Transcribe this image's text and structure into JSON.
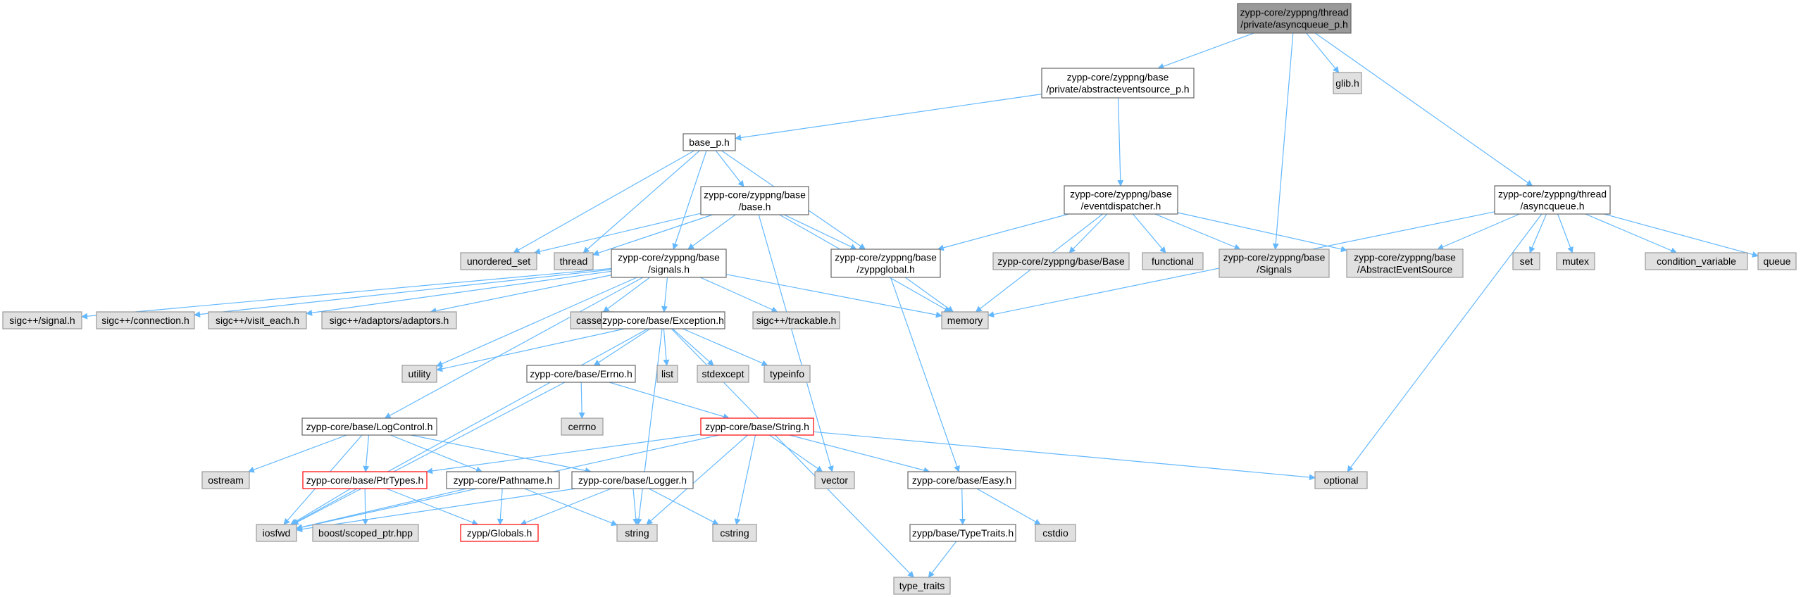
{
  "graph": {
    "nodes": [
      {
        "id": "asyncqueue_p",
        "lines": [
          "zypp-core/zyppng/thread",
          "/private/asyncqueue_p.h"
        ],
        "style": "root"
      },
      {
        "id": "abstracteventsource_p",
        "lines": [
          "zypp-core/zyppng/base",
          "/private/abstracteventsource_p.h"
        ],
        "style": "file"
      },
      {
        "id": "glib",
        "lines": [
          "glib.h"
        ],
        "style": "system"
      },
      {
        "id": "base_p",
        "lines": [
          "base_p.h"
        ],
        "style": "file"
      },
      {
        "id": "eventdispatcher",
        "lines": [
          "zypp-core/zyppng/base",
          "/eventdispatcher.h"
        ],
        "style": "file"
      },
      {
        "id": "asyncqueue",
        "lines": [
          "zypp-core/zyppng/thread",
          "/asyncqueue.h"
        ],
        "style": "file"
      },
      {
        "id": "base_h",
        "lines": [
          "zypp-core/zyppng/base",
          "/base.h"
        ],
        "style": "file"
      },
      {
        "id": "unordered_set",
        "lines": [
          "unordered_set"
        ],
        "style": "system"
      },
      {
        "id": "thread",
        "lines": [
          "thread"
        ],
        "style": "system"
      },
      {
        "id": "signals",
        "lines": [
          "zypp-core/zyppng/base",
          "/signals.h"
        ],
        "style": "file"
      },
      {
        "id": "zyppglobal",
        "lines": [
          "zypp-core/zyppng/base",
          "/zyppglobal.h"
        ],
        "style": "file"
      },
      {
        "id": "zyppng_Base",
        "lines": [
          "zypp-core/zyppng/base/Base"
        ],
        "style": "system"
      },
      {
        "id": "functional",
        "lines": [
          "functional"
        ],
        "style": "system"
      },
      {
        "id": "zyppng_Signals",
        "lines": [
          "zypp-core/zyppng/base",
          "/Signals"
        ],
        "style": "system"
      },
      {
        "id": "AbstractEventSource",
        "lines": [
          "zypp-core/zyppng/base",
          "/AbstractEventSource"
        ],
        "style": "system"
      },
      {
        "id": "set",
        "lines": [
          "set"
        ],
        "style": "system"
      },
      {
        "id": "mutex",
        "lines": [
          "mutex"
        ],
        "style": "system"
      },
      {
        "id": "condition_variable",
        "lines": [
          "condition_variable"
        ],
        "style": "system"
      },
      {
        "id": "queue",
        "lines": [
          "queue"
        ],
        "style": "system"
      },
      {
        "id": "sigc_signal",
        "lines": [
          "sigc++/signal.h"
        ],
        "style": "system"
      },
      {
        "id": "sigc_connection",
        "lines": [
          "sigc++/connection.h"
        ],
        "style": "system"
      },
      {
        "id": "sigc_visit_each",
        "lines": [
          "sigc++/visit_each.h"
        ],
        "style": "system"
      },
      {
        "id": "sigc_adaptors",
        "lines": [
          "sigc++/adaptors/adaptors.h"
        ],
        "style": "system"
      },
      {
        "id": "cassert",
        "lines": [
          "cassert"
        ],
        "style": "system"
      },
      {
        "id": "sigc_trackable",
        "lines": [
          "sigc++/trackable.h"
        ],
        "style": "system"
      },
      {
        "id": "memory",
        "lines": [
          "memory"
        ],
        "style": "system"
      },
      {
        "id": "exception",
        "lines": [
          "zypp-core/base/Exception.h"
        ],
        "style": "file"
      },
      {
        "id": "utility",
        "lines": [
          "utility"
        ],
        "style": "system"
      },
      {
        "id": "list",
        "lines": [
          "list"
        ],
        "style": "system"
      },
      {
        "id": "stdexcept",
        "lines": [
          "stdexcept"
        ],
        "style": "system"
      },
      {
        "id": "typeinfo",
        "lines": [
          "typeinfo"
        ],
        "style": "system"
      },
      {
        "id": "errno_h",
        "lines": [
          "zypp-core/base/Errno.h"
        ],
        "style": "file"
      },
      {
        "id": "cerrno",
        "lines": [
          "cerrno"
        ],
        "style": "system"
      },
      {
        "id": "logcontrol",
        "lines": [
          "zypp-core/base/LogControl.h"
        ],
        "style": "file"
      },
      {
        "id": "string_h",
        "lines": [
          "zypp-core/base/String.h"
        ],
        "style": "truncated"
      },
      {
        "id": "ostream",
        "lines": [
          "ostream"
        ],
        "style": "system"
      },
      {
        "id": "ptrtypes",
        "lines": [
          "zypp-core/base/PtrTypes.h"
        ],
        "style": "truncated"
      },
      {
        "id": "pathname",
        "lines": [
          "zypp-core/Pathname.h"
        ],
        "style": "file"
      },
      {
        "id": "logger",
        "lines": [
          "zypp-core/base/Logger.h"
        ],
        "style": "file"
      },
      {
        "id": "vector",
        "lines": [
          "vector"
        ],
        "style": "system"
      },
      {
        "id": "easy",
        "lines": [
          "zypp-core/base/Easy.h"
        ],
        "style": "file"
      },
      {
        "id": "optional",
        "lines": [
          "optional"
        ],
        "style": "system"
      },
      {
        "id": "iosfwd",
        "lines": [
          "iosfwd"
        ],
        "style": "system"
      },
      {
        "id": "scoped_ptr",
        "lines": [
          "boost/scoped_ptr.hpp"
        ],
        "style": "system"
      },
      {
        "id": "globals",
        "lines": [
          "zypp/Globals.h"
        ],
        "style": "truncated"
      },
      {
        "id": "string",
        "lines": [
          "string"
        ],
        "style": "system"
      },
      {
        "id": "cstring",
        "lines": [
          "cstring"
        ],
        "style": "system"
      },
      {
        "id": "cstdio",
        "lines": [
          "cstdio"
        ],
        "style": "system"
      },
      {
        "id": "typetraits",
        "lines": [
          "zypp/base/TypeTraits.h"
        ],
        "style": "file"
      },
      {
        "id": "type_traits",
        "lines": [
          "type_traits"
        ],
        "style": "system"
      }
    ],
    "edges": [
      [
        "asyncqueue_p",
        "abstracteventsource_p"
      ],
      [
        "asyncqueue_p",
        "glib"
      ],
      [
        "asyncqueue_p",
        "zyppng_Signals"
      ],
      [
        "asyncqueue_p",
        "asyncqueue"
      ],
      [
        "abstracteventsource_p",
        "base_p"
      ],
      [
        "abstracteventsource_p",
        "eventdispatcher"
      ],
      [
        "base_p",
        "base_h"
      ],
      [
        "base_p",
        "unordered_set"
      ],
      [
        "base_p",
        "thread"
      ],
      [
        "base_p",
        "signals"
      ],
      [
        "base_p",
        "zyppglobal"
      ],
      [
        "base_h",
        "unordered_set"
      ],
      [
        "base_h",
        "thread"
      ],
      [
        "base_h",
        "signals"
      ],
      [
        "base_h",
        "zyppglobal"
      ],
      [
        "base_h",
        "memory"
      ],
      [
        "base_h",
        "vector"
      ],
      [
        "eventdispatcher",
        "zyppglobal"
      ],
      [
        "eventdispatcher",
        "zyppng_Base"
      ],
      [
        "eventdispatcher",
        "functional"
      ],
      [
        "eventdispatcher",
        "zyppng_Signals"
      ],
      [
        "eventdispatcher",
        "AbstractEventSource"
      ],
      [
        "eventdispatcher",
        "memory"
      ],
      [
        "asyncqueue",
        "AbstractEventSource"
      ],
      [
        "asyncqueue",
        "set"
      ],
      [
        "asyncqueue",
        "mutex"
      ],
      [
        "asyncqueue",
        "condition_variable"
      ],
      [
        "asyncqueue",
        "queue"
      ],
      [
        "asyncqueue",
        "memory"
      ],
      [
        "asyncqueue",
        "optional"
      ],
      [
        "signals",
        "sigc_signal"
      ],
      [
        "signals",
        "sigc_connection"
      ],
      [
        "signals",
        "sigc_visit_each"
      ],
      [
        "signals",
        "sigc_adaptors"
      ],
      [
        "signals",
        "cassert"
      ],
      [
        "signals",
        "exception"
      ],
      [
        "signals",
        "sigc_trackable"
      ],
      [
        "signals",
        "memory"
      ],
      [
        "signals",
        "utility"
      ],
      [
        "signals",
        "logcontrol"
      ],
      [
        "zyppglobal",
        "memory"
      ],
      [
        "zyppglobal",
        "easy"
      ],
      [
        "exception",
        "utility"
      ],
      [
        "exception",
        "list"
      ],
      [
        "exception",
        "stdexcept"
      ],
      [
        "exception",
        "typeinfo"
      ],
      [
        "exception",
        "errno_h"
      ],
      [
        "exception",
        "iosfwd"
      ],
      [
        "exception",
        "string"
      ],
      [
        "exception",
        "type_traits"
      ],
      [
        "errno_h",
        "cerrno"
      ],
      [
        "errno_h",
        "string_h"
      ],
      [
        "errno_h",
        "iosfwd"
      ],
      [
        "logcontrol",
        "ostream"
      ],
      [
        "logcontrol",
        "ptrtypes"
      ],
      [
        "logcontrol",
        "pathname"
      ],
      [
        "logcontrol",
        "logger"
      ],
      [
        "logcontrol",
        "iosfwd"
      ],
      [
        "string_h",
        "iosfwd"
      ],
      [
        "string_h",
        "vector"
      ],
      [
        "string_h",
        "string"
      ],
      [
        "string_h",
        "cstring"
      ],
      [
        "string_h",
        "easy"
      ],
      [
        "string_h",
        "optional"
      ],
      [
        "string_h",
        "ptrtypes"
      ],
      [
        "ptrtypes",
        "iosfwd"
      ],
      [
        "ptrtypes",
        "scoped_ptr"
      ],
      [
        "ptrtypes",
        "globals"
      ],
      [
        "pathname",
        "iosfwd"
      ],
      [
        "pathname",
        "string"
      ],
      [
        "pathname",
        "globals"
      ],
      [
        "logger",
        "iosfwd"
      ],
      [
        "logger",
        "cstring"
      ],
      [
        "logger",
        "globals"
      ],
      [
        "logger",
        "string"
      ],
      [
        "easy",
        "typetraits"
      ],
      [
        "easy",
        "cstdio"
      ],
      [
        "typetraits",
        "type_traits"
      ]
    ]
  },
  "colors": {
    "edge": "#63b8ff",
    "root_fill": "#999999",
    "root_stroke": "#666666",
    "file_fill": "#ffffff",
    "file_stroke": "#666666",
    "system_fill": "#e0e0e0",
    "system_stroke": "#999999",
    "truncated_fill": "#ffffff",
    "truncated_stroke": "#ff0000"
  }
}
